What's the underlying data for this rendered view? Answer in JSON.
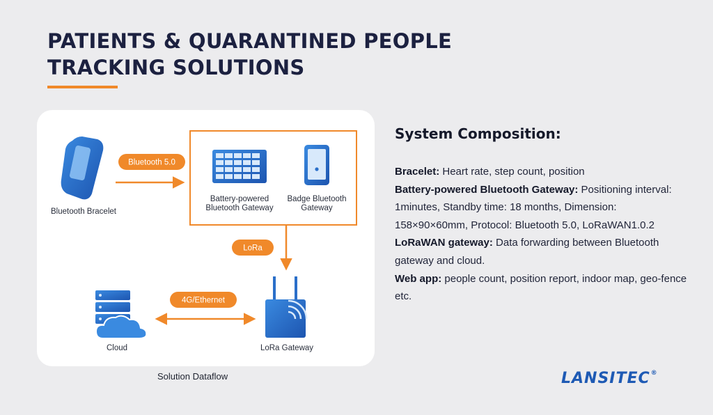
{
  "header": {
    "title_line1": "PATIENTS & QUARANTINED PEOPLE",
    "title_line2": "TRACKING SOLUTIONS"
  },
  "diagram": {
    "caption": "Solution Dataflow",
    "nodes": {
      "bracelet": "Bluetooth Bracelet",
      "battery_gateway_line1": "Battery-powered",
      "battery_gateway_line2": "Bluetooth Gateway",
      "badge_gateway_line1": "Badge Bluetooth",
      "badge_gateway_line2": "Gateway",
      "cloud": "Cloud",
      "lora_gateway": "LoRa Gateway"
    },
    "links": {
      "bluetooth": "Bluetooth 5.0",
      "lora": "LoRa",
      "ethernet": "4G/Ethernet"
    },
    "colors": {
      "accent": "#f0892a",
      "device_blue": "#2b6fc9"
    }
  },
  "info": {
    "title": "System Composition:",
    "items": [
      {
        "label": "Bracelet:",
        "text": " Heart rate, step count, position"
      },
      {
        "label": "Battery-powered Bluetooth Gateway:",
        "text": " Positioning interval: 1minutes, Standby time: 18 months, Dimension: 158×90×60mm, Protocol: Bluetooth 5.0, LoRaWAN1.0.2"
      },
      {
        "label": "LoRaWAN gateway:",
        "text": " Data forwarding between Bluetooth gateway and cloud."
      },
      {
        "label": "Web app:",
        "text": " people count, position report, indoor map, geo-fence etc."
      }
    ]
  },
  "brand": {
    "logo": "LANSITEC",
    "reg": "®"
  }
}
